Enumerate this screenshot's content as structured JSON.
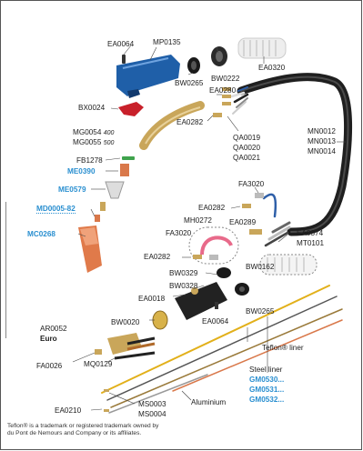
{
  "parts": {
    "ea0064_top": "EA0064",
    "mp0135": "MP0135",
    "bw0222": "BW0222",
    "ea0320": "EA0320",
    "bw0265_top": "BW0265",
    "ea0280": "EA0280",
    "bx0024": "BX0024",
    "ea0282_top": "EA0282",
    "mg0054": "MG0054",
    "mg0054_note": "400",
    "mg0055": "MG0055",
    "mg0055_note": "500",
    "qa0019": "QA0019",
    "qa0020": "QA0020",
    "qa0021": "QA0021",
    "mn0012": "MN0012",
    "mn0013": "MN0013",
    "mn0014": "MN0014",
    "fb1278": "FB1278",
    "me0390": "ME0390",
    "me0579": "ME0579",
    "md0005": "MD0005-82",
    "mc0268": "MC0268",
    "fa3020_right": "FA3020",
    "ea0282_mid": "EA0282",
    "mh0272": "MH0272",
    "fa3020_left": "FA3020",
    "ea0289": "EA0289",
    "ea0374": "EA0374",
    "mt0101": "MT0101",
    "ea0282_low": "EA0282",
    "bw0329": "BW0329",
    "bw0162": "BW0162",
    "bw0328": "BW0328",
    "ea0018": "EA0018",
    "bw0265_low": "BW0265",
    "ea0064_low": "EA0064",
    "ar0052": "AR0052",
    "euro": "Euro",
    "bw0020": "BW0020",
    "fa0026": "FA0026",
    "mq0129": "MQ0129",
    "teflon_liner": "Teflon® liner",
    "steel_liner": "Steel liner",
    "gm0530": "GM0530...",
    "gm0531": "GM0531...",
    "gm0532": "GM0532...",
    "aluminium": "Aluminium",
    "ea0210": "EA0210",
    "ms0003": "MS0003",
    "ms0004": "MS0004"
  },
  "footnote": "Teflon® is a trademark or registered trademark owned by\ndu Pont de Nemours and Company or its affiliates.",
  "colors": {
    "accent_blue": "#2a8fd0",
    "handle_blue": "#1f5fa8",
    "brass": "#c9a65a",
    "copper": "#d9784a",
    "red_part": "#c8202a",
    "cable": "#222222"
  }
}
